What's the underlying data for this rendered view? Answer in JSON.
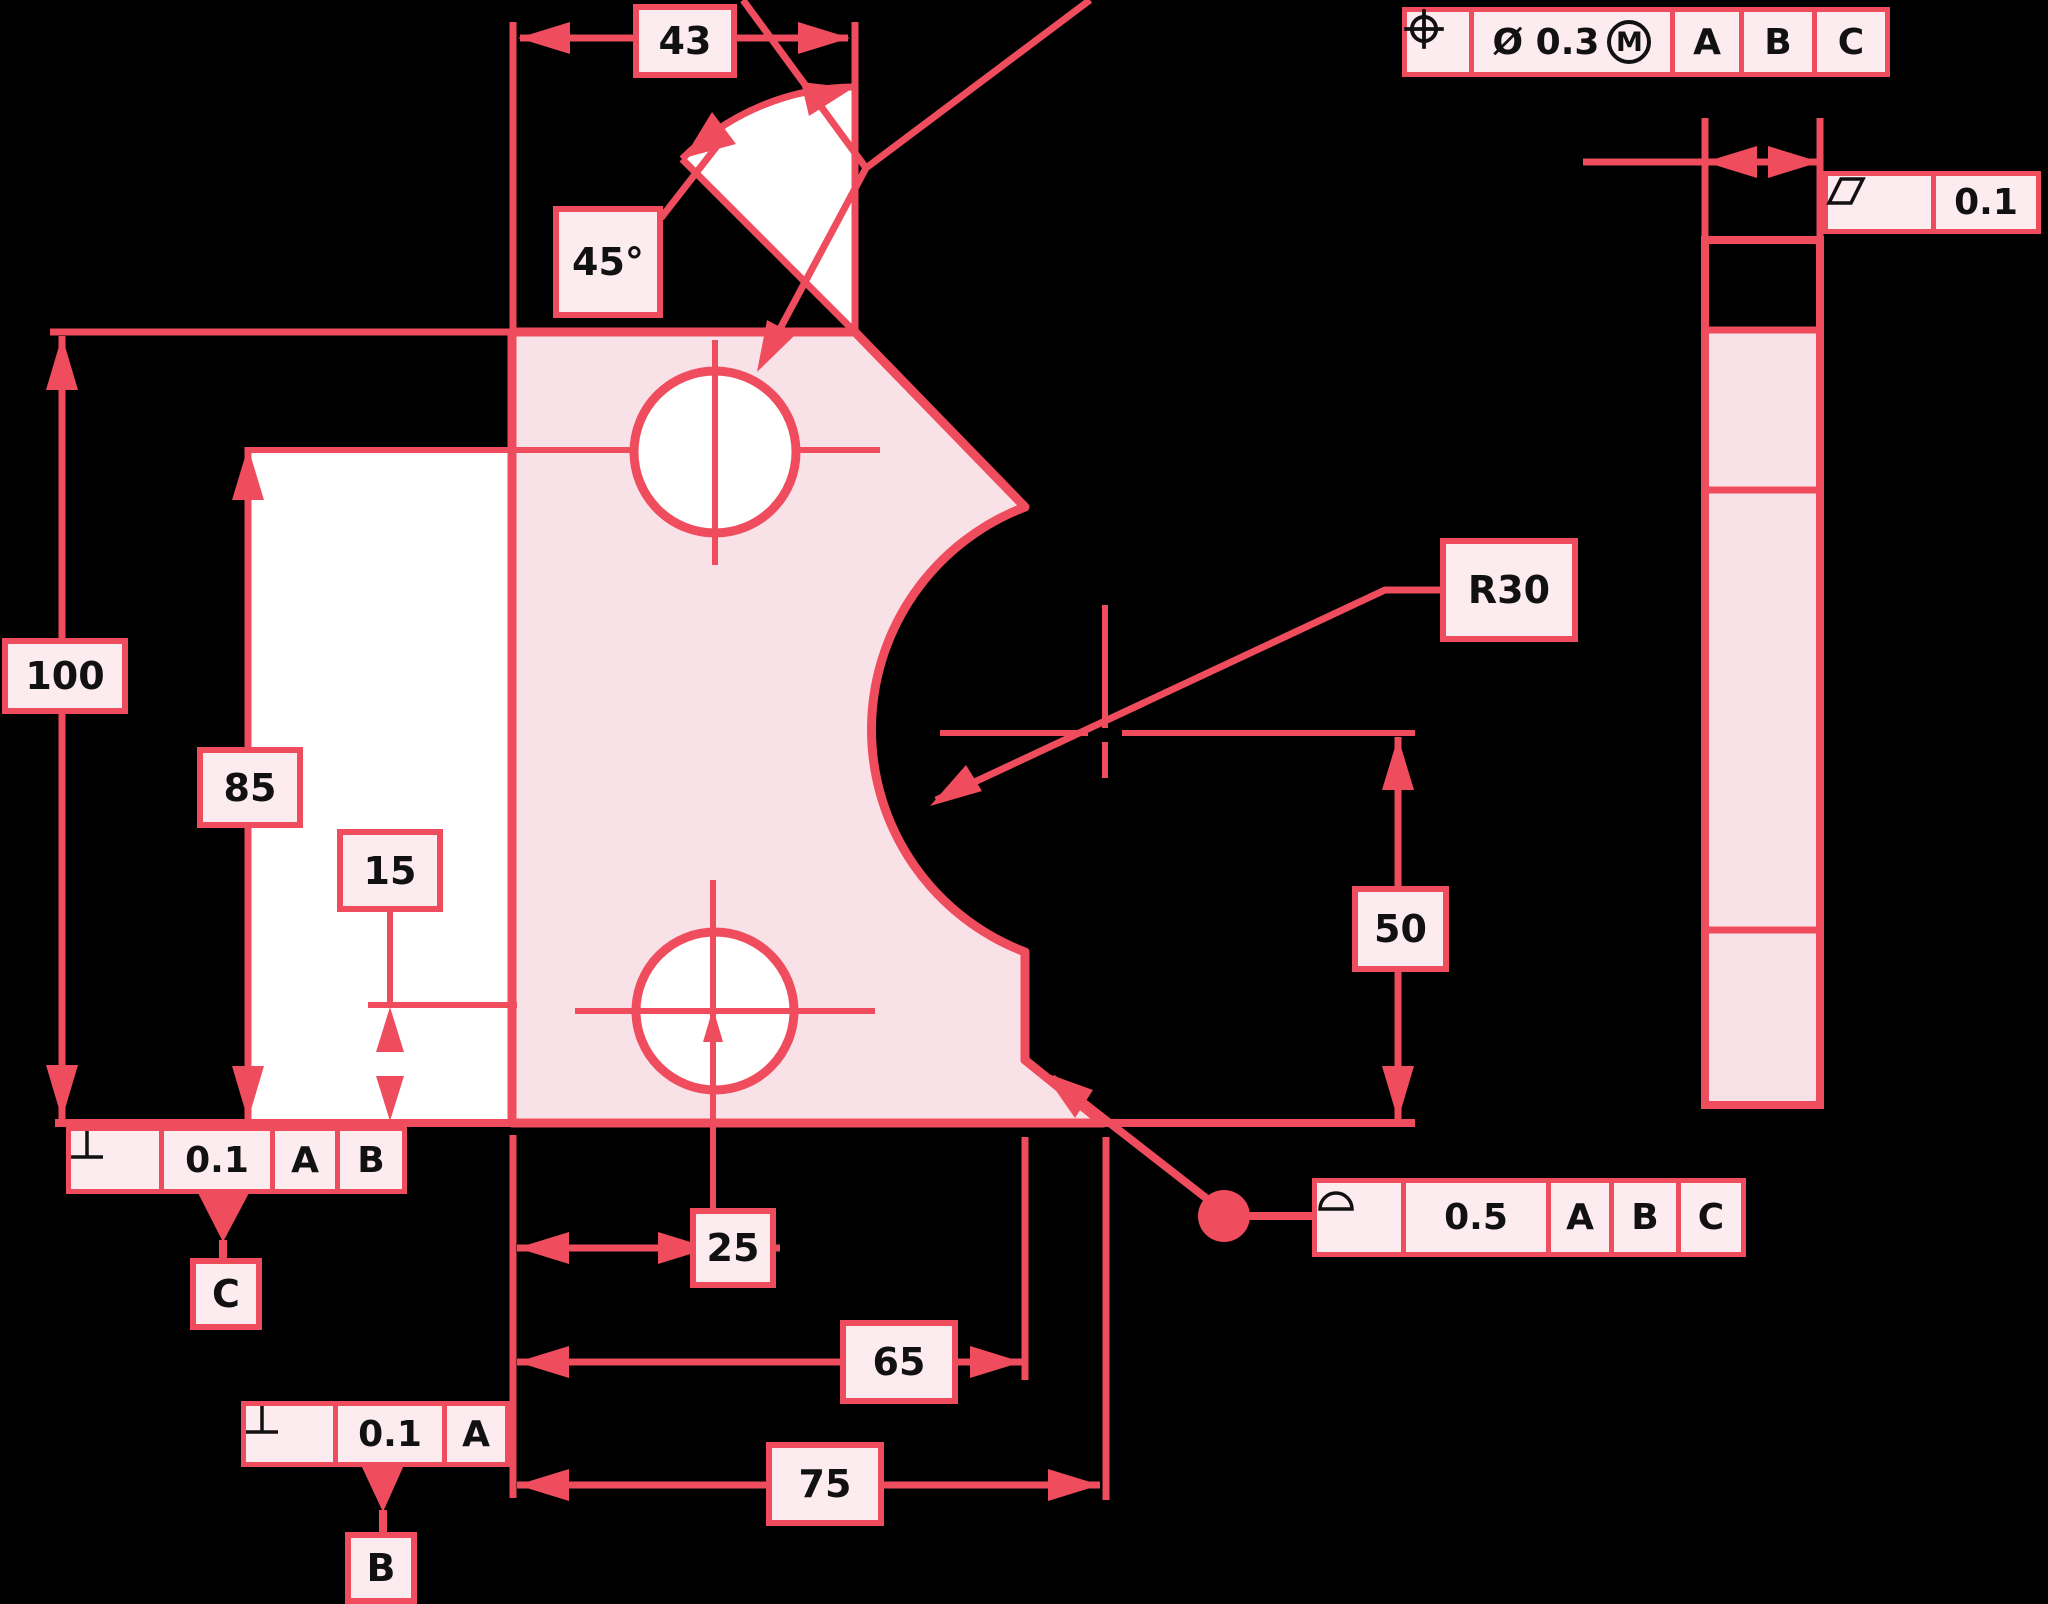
{
  "colors": {
    "stroke_red": "#ef4d5e",
    "part_fill": "#f9e2e7",
    "label_fill": "#fcebef",
    "mask_white": "#ffffff",
    "background": "#000000",
    "text": "#111111"
  },
  "dims": {
    "width_top": "43",
    "chamfer_angle": "45°",
    "height_total": "100",
    "hole_top_height": "85",
    "hole_bottom_height": "15",
    "hole_offset_x": "25",
    "width_mid": "65",
    "width_bottom": "75",
    "notch_radius": "R30",
    "notch_center_height": "50"
  },
  "fcf": {
    "position": {
      "icon": "position-icon",
      "value": "Ø 0.3",
      "modifier": "M",
      "datum1": "A",
      "datum2": "B",
      "datum3": "C"
    },
    "flatness": {
      "icon": "flatness-icon",
      "value": "0.1"
    },
    "profile": {
      "icon": "profile-of-surface-icon",
      "value": "0.5",
      "datum1": "A",
      "datum2": "B",
      "datum3": "C"
    },
    "perp_base": {
      "icon": "perpendicularity-icon",
      "value": "0.1",
      "datum1": "A",
      "datum2": "B",
      "flag": "C"
    },
    "perp_left": {
      "icon": "perpendicularity-icon",
      "value": "0.1",
      "datum1": "A",
      "flag": "B"
    }
  }
}
